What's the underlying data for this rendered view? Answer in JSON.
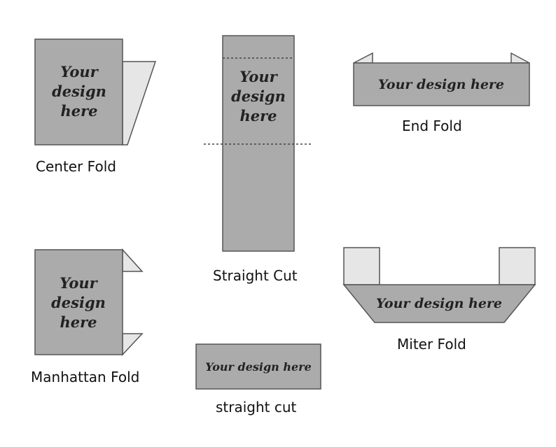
{
  "colors": {
    "label_fill": "#ababab",
    "fold_fill": "#e6e6e6",
    "outline": "#555555",
    "text": "#222222"
  },
  "design_text_stacked": [
    "Your",
    "design",
    "here"
  ],
  "design_text_inline": "Your design here",
  "labels": {
    "center_fold": "Center Fold",
    "straight_cut_long": "Straight Cut",
    "end_fold": "End Fold",
    "manhattan_fold": "Manhattan Fold",
    "straight_cut_small": "straight cut",
    "miter_fold": "Miter Fold"
  }
}
